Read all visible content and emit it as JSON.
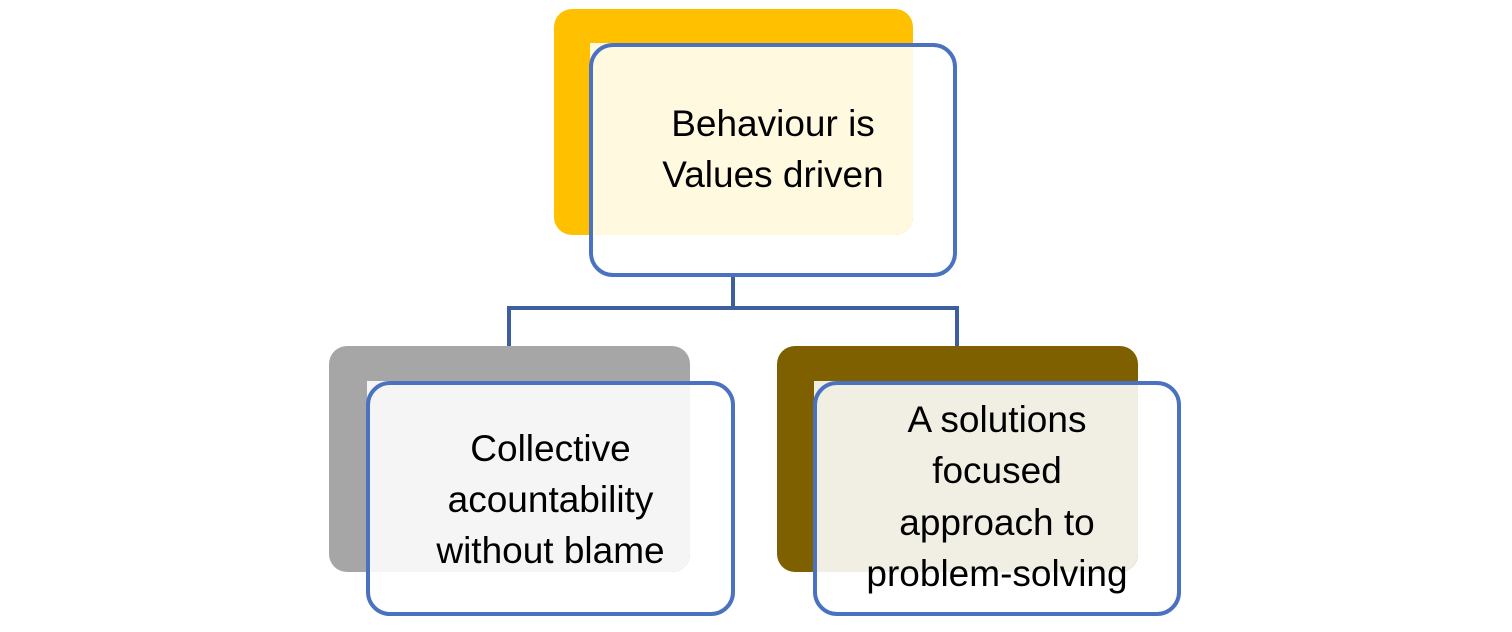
{
  "nodes": {
    "top": {
      "lines": [
        "Behaviour is",
        "Values driven"
      ],
      "accent_color": "#ffc000"
    },
    "left": {
      "lines": [
        "Collective",
        "acountability",
        "without blame"
      ],
      "accent_color": "#a6a6a6"
    },
    "right": {
      "lines": [
        "A solutions",
        "focused",
        "approach to",
        "problem-solving"
      ],
      "accent_color": "#7f6000"
    }
  },
  "connector_color": "#3e5f9e",
  "border_color": "#4a72c0"
}
